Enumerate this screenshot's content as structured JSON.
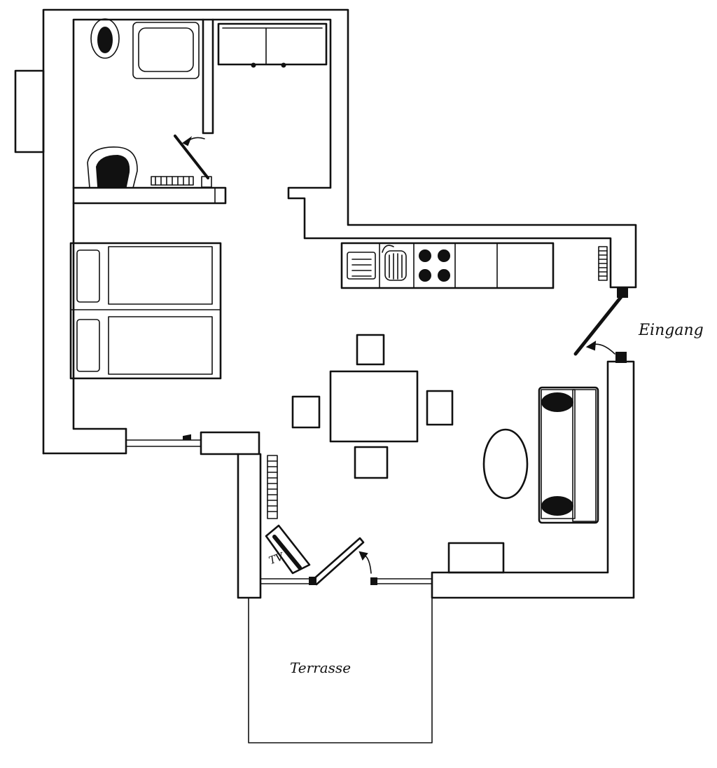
{
  "labels": {
    "entrance": "Eingang",
    "terrace": "Terrasse",
    "tv": "TV"
  },
  "colors": {
    "ink": "#111111",
    "paper": "#ffffff"
  }
}
